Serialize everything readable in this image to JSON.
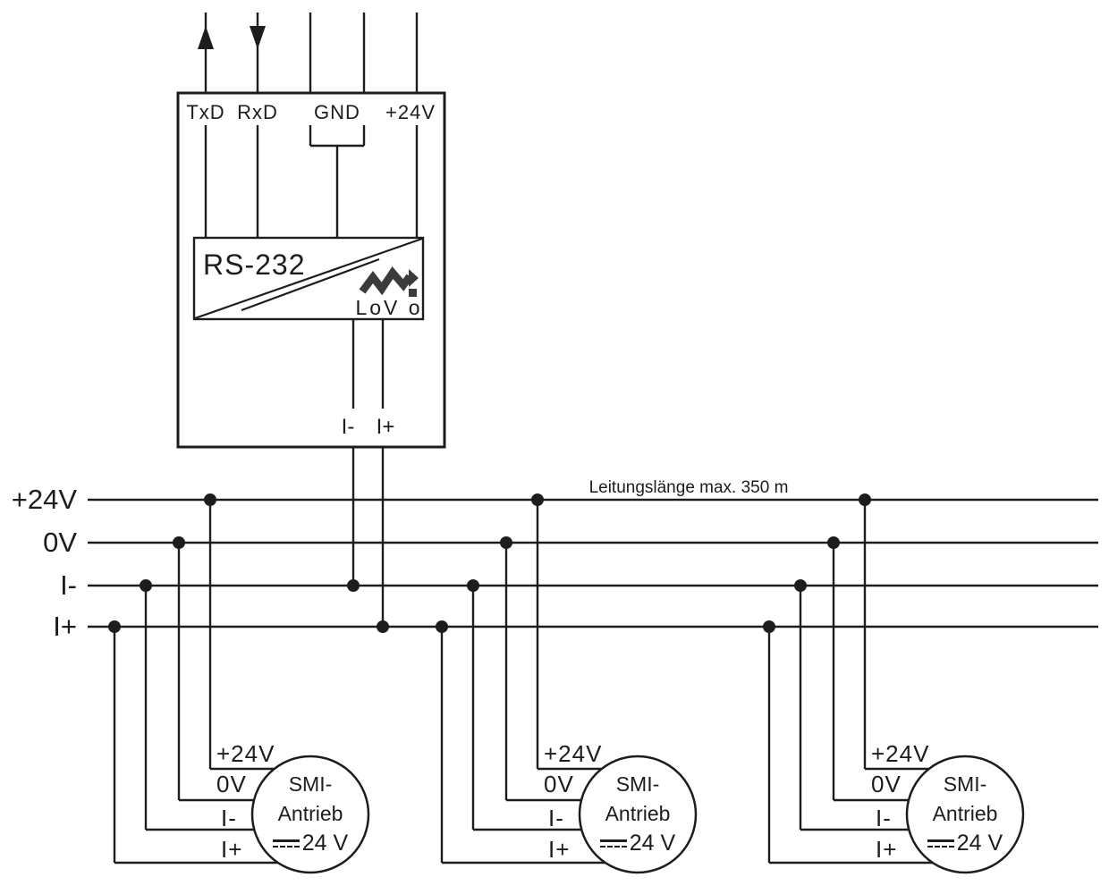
{
  "colors": {
    "line": "#1d1d1d",
    "text": "#1d1d1d",
    "logo": "#3b3b3b",
    "background": "#ffffff"
  },
  "converter": {
    "top_terminals": [
      "TxD",
      "RxD",
      "GND",
      "+24V"
    ],
    "label": "RS-232",
    "logo_brand": "SMI",
    "logo_sub": "LoV o",
    "bottom_terminals": [
      "I-",
      "I+"
    ]
  },
  "bus": {
    "labels": [
      "+24V",
      "0V",
      "I-",
      "I+"
    ],
    "note": "Leitungslänge max. 350 m"
  },
  "drives": [
    {
      "terminals": [
        "+24V",
        "0V",
        "I-",
        "I+"
      ],
      "name_top": "SMI-",
      "name_bottom": "Antrieb",
      "voltage": "24 V"
    },
    {
      "terminals": [
        "+24V",
        "0V",
        "I-",
        "I+"
      ],
      "name_top": "SMI-",
      "name_bottom": "Antrieb",
      "voltage": "24 V"
    },
    {
      "terminals": [
        "+24V",
        "0V",
        "I-",
        "I+"
      ],
      "name_top": "SMI-",
      "name_bottom": "Antrieb",
      "voltage": "24 V"
    }
  ]
}
